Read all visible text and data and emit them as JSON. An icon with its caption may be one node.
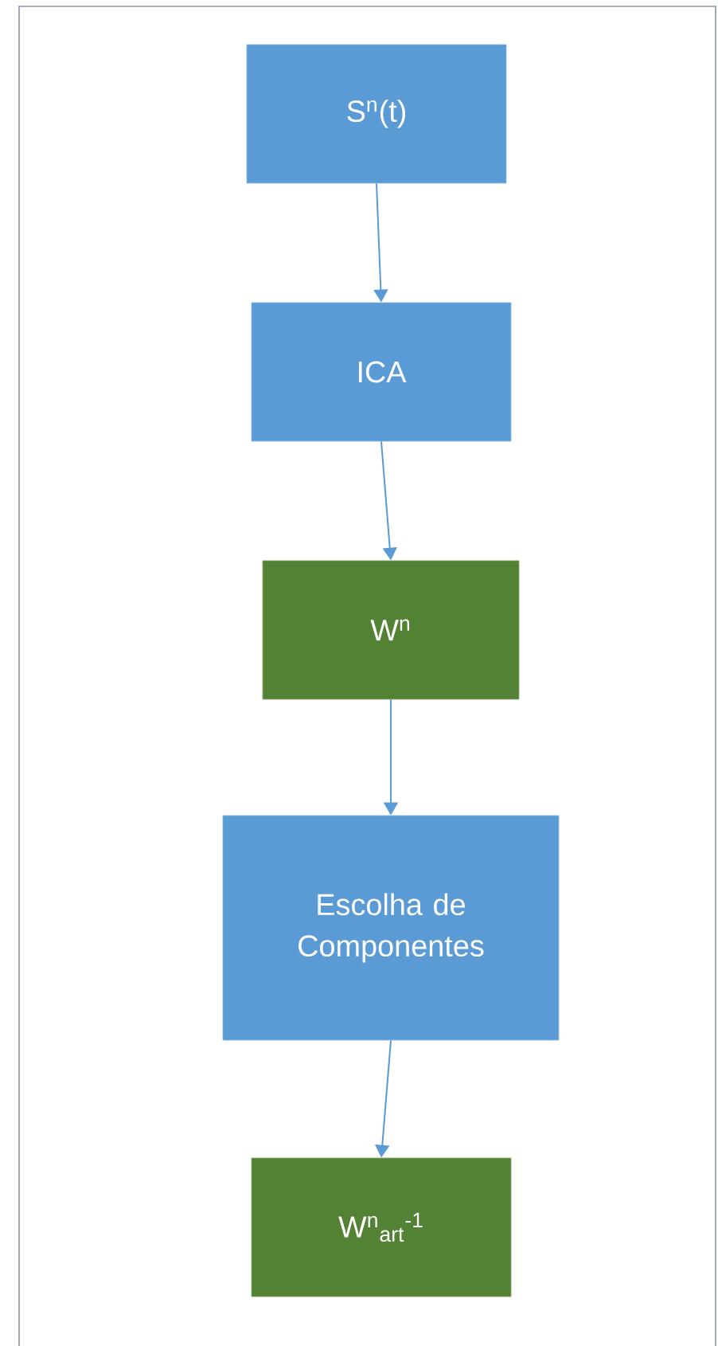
{
  "diagram": {
    "nodes": [
      {
        "text": [
          "S$^{n}$(t)"
        ]
      },
      {
        "text": [
          "ICA"
        ]
      },
      {
        "text": [
          "W$^{n}$"
        ]
      },
      {
        "text": [
          "Escolha de Componentes"
        ]
      },
      {
        "text": [
          "W$^{n}$$_{art}$$^{-1}$"
        ]
      }
    ],
    "edges": [
      {
        "from": 0,
        "to": 1,
        "arrow": "to"
      },
      {
        "from": 1,
        "to": 2,
        "arrow": "to"
      },
      {
        "from": 2,
        "to": 3,
        "arrow": "to"
      },
      {
        "from": 3,
        "to": 4,
        "arrow": "to"
      }
    ]
  }
}
